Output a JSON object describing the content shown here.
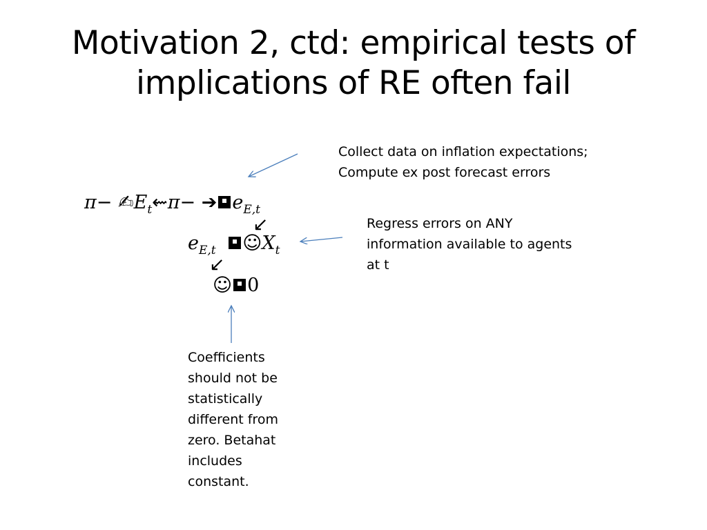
{
  "slide": {
    "title_line1": "Motivation 2, ctd:  empirical tests of",
    "title_line2": "implications of RE often fail"
  },
  "notes": {
    "collect": {
      "line1": "Collect data on inflation expectations;",
      "line2": "Compute ex post forecast errors"
    },
    "regress": {
      "line1": "Regress errors on ANY",
      "line2": "information available to agents",
      "line3": "at t"
    },
    "coefficients": {
      "line1": "Coefficients",
      "line2": "should not be",
      "line3": "statistically",
      "line4": "different from",
      "line5": "zero.  Betahat",
      "line6": "includes",
      "line7": "constant."
    }
  },
  "equations": {
    "eq1": {
      "pi1": "π",
      "sym1": "−",
      "e_sym": "✍",
      "E": "E",
      "E_sub": "t",
      "arrow_l": "⇜",
      "pi2": "π",
      "sym2": "−",
      "arrow_r": "➔",
      "e": "e",
      "e_sub": "E,t"
    },
    "eq2": {
      "e": "e",
      "e_sub": "E,t",
      "face": "☺",
      "X": "X",
      "X_sub": "t"
    },
    "eq3": {
      "face": "☺",
      "zero": "0"
    },
    "swarrow": "↙"
  },
  "colors": {
    "arrow": "#4a7ebb"
  }
}
